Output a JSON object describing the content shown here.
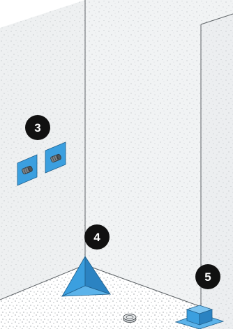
{
  "colors": {
    "wall_left": "#eef0f1",
    "wall_back": "#f1f3f4",
    "wall_right": "#eceef0",
    "floor": "#ffffff",
    "edge": "#5d6266",
    "accent": "#3b9fdf",
    "accent_dark": "#2b83c2",
    "badge": "#111111"
  },
  "badges": [
    {
      "label": "3",
      "target": "pipe-outlet-seals"
    },
    {
      "label": "4",
      "target": "inside-corner-piece"
    },
    {
      "label": "5",
      "target": "outside-corner-piece"
    }
  ],
  "icons": [
    "pipe-collar-icon",
    "floor-drain-icon"
  ]
}
